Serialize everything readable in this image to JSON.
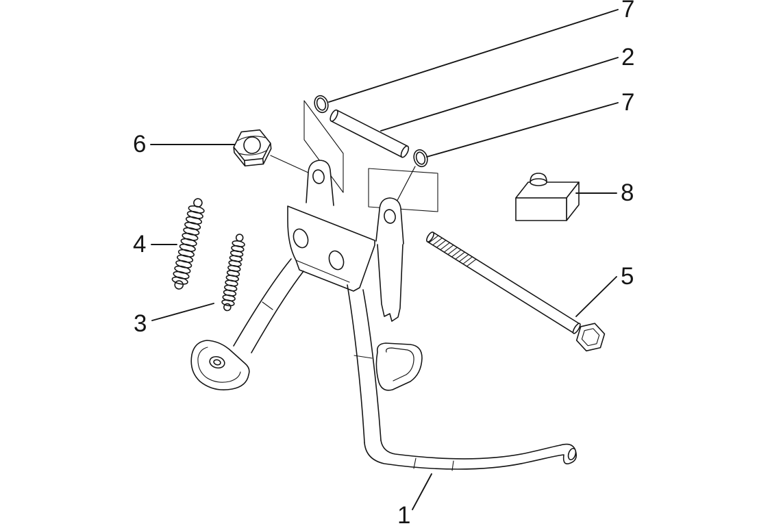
{
  "colors": {
    "background": "#ffffff",
    "line": "#151515"
  },
  "diagram": {
    "type": "exploded-parts-diagram",
    "subject": "center-stand-assembly",
    "callouts": [
      {
        "label": "7",
        "part": "washer-upper"
      },
      {
        "label": "2",
        "part": "pivot-pin"
      },
      {
        "label": "7",
        "part": "washer-lower"
      },
      {
        "label": "8",
        "part": "rubber-buffer"
      },
      {
        "label": "6",
        "part": "hex-nut"
      },
      {
        "label": "4",
        "part": "main-spring"
      },
      {
        "label": "3",
        "part": "secondary-spring"
      },
      {
        "label": "5",
        "part": "long-bolt"
      },
      {
        "label": "1",
        "part": "center-stand"
      }
    ]
  }
}
